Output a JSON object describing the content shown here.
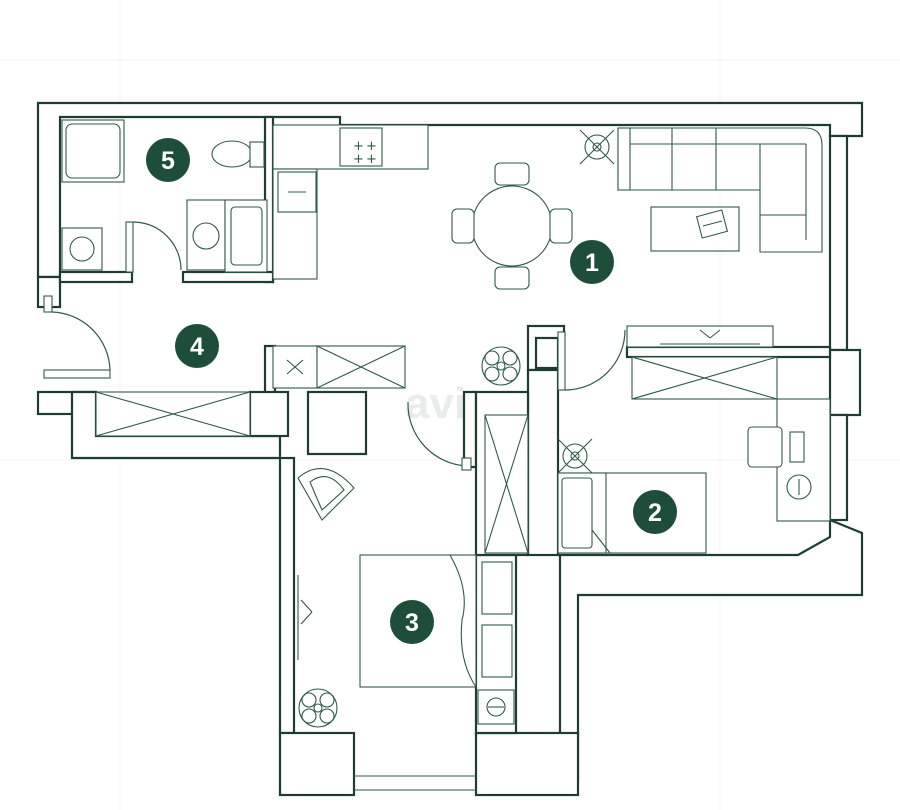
{
  "plan": {
    "watermark": "avito",
    "accent_color": "#1e4d3a",
    "line_color": "#2f5a47",
    "rooms": [
      {
        "id": "1",
        "label": "1"
      },
      {
        "id": "2",
        "label": "2"
      },
      {
        "id": "3",
        "label": "3"
      },
      {
        "id": "4",
        "label": "4"
      },
      {
        "id": "5",
        "label": "5"
      }
    ]
  }
}
